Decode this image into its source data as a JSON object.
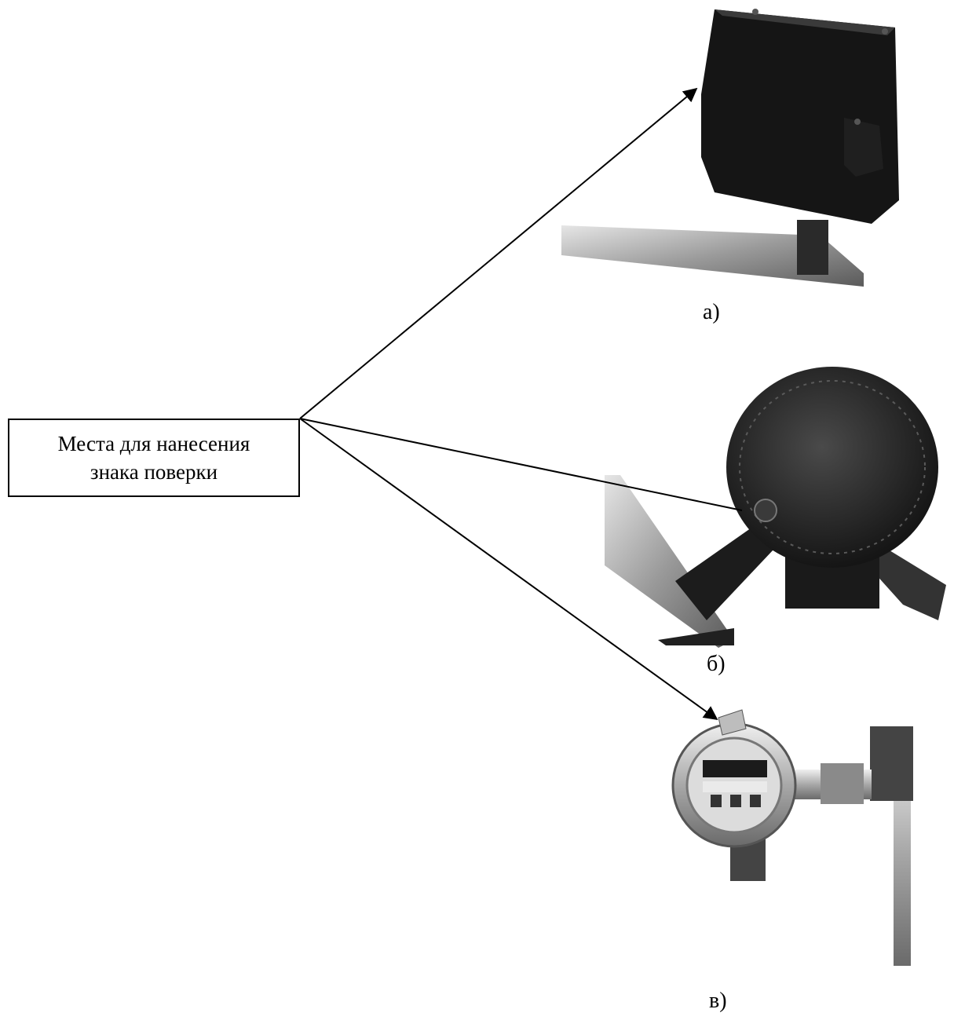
{
  "callout": {
    "line1": "Места для нанесения",
    "line2": "знака поверки"
  },
  "captions": {
    "a": "а)",
    "b": "б)",
    "v": "в)"
  },
  "colors": {
    "ink": "#000000",
    "device_dark": "#1a1a1a",
    "metal": "#b9b9b9"
  }
}
